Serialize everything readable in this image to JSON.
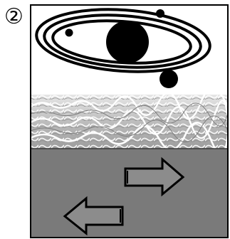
{
  "figure": {
    "number_label": "②"
  },
  "scene": {
    "upper_layer": "orbits",
    "middle_layer": "waves",
    "lower_layer": "flow"
  },
  "colors": {
    "frame": "#000000",
    "sky": "#ffffff",
    "lower_band": "#7a7a7a",
    "wave_top": "#c8c8c8",
    "wave_crest": "#f2f2f2",
    "arrow_fill": "#8c8c8c"
  },
  "icons": {
    "central_body": "large-black-disc",
    "satellites": [
      "small-dot",
      "small-dot",
      "medium-dot"
    ],
    "arrows": [
      "arrow-right",
      "arrow-left"
    ]
  }
}
